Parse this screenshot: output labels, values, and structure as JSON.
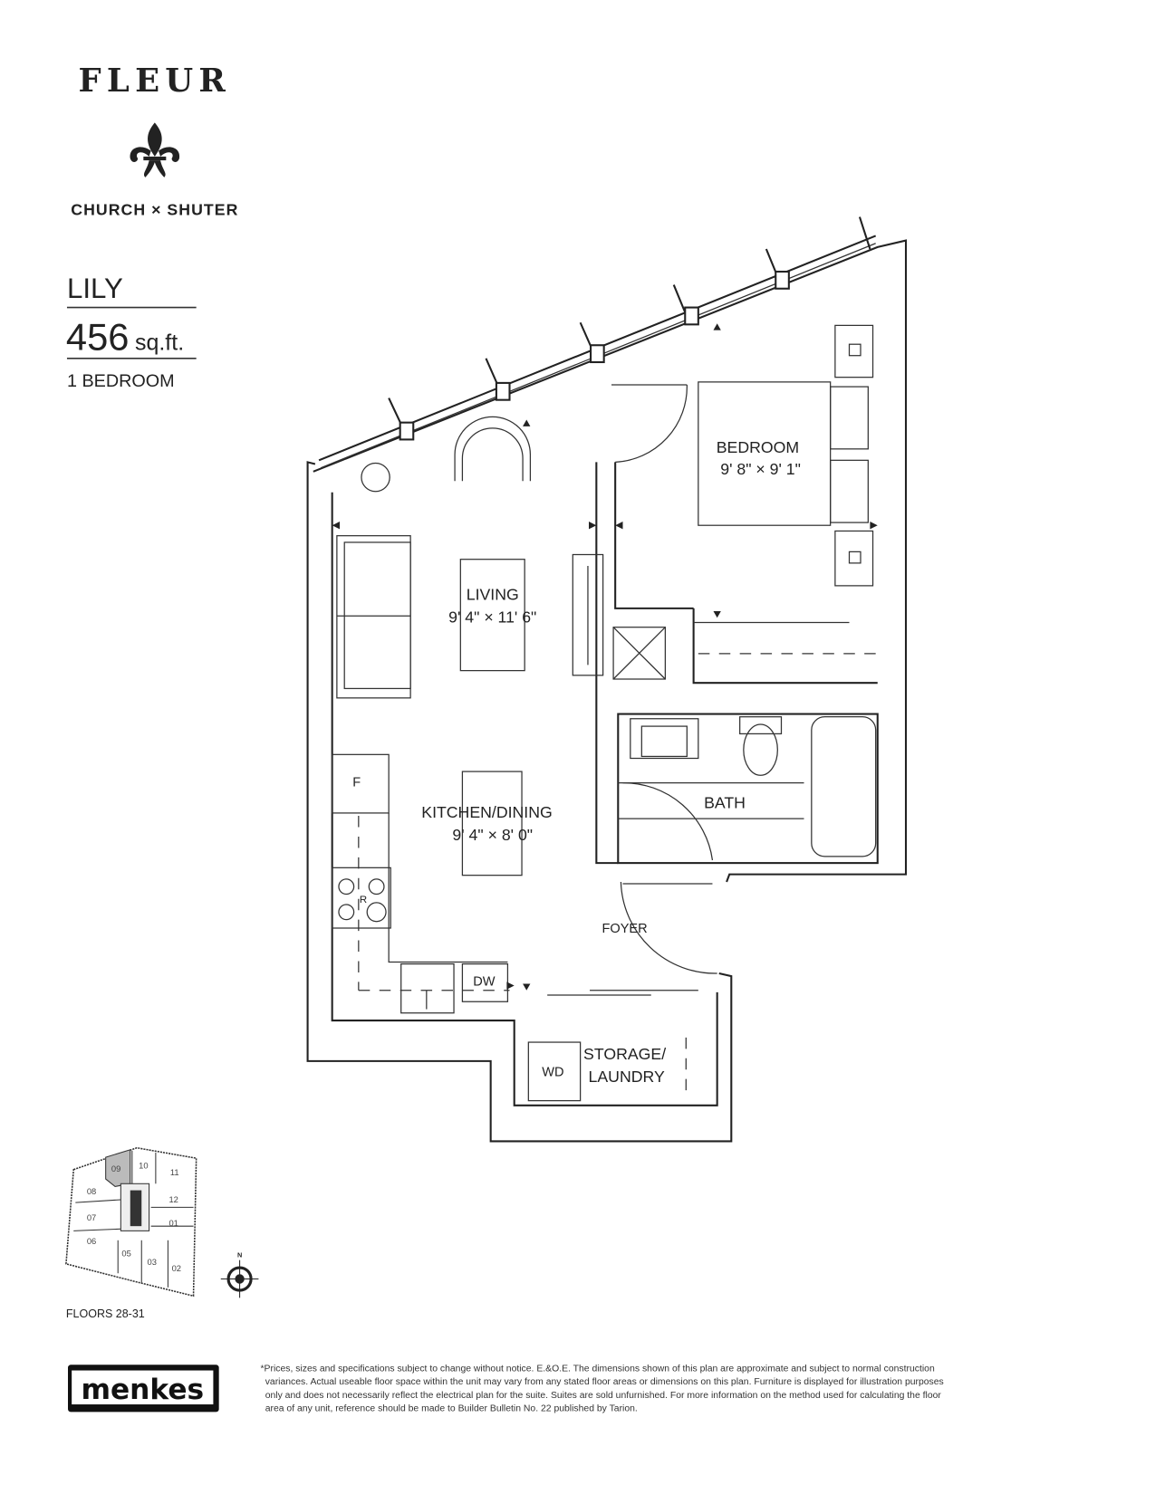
{
  "brand": {
    "name": "FLEUR",
    "location": "CHURCH × SHUTER",
    "developer_logo_text": "menkes"
  },
  "suite": {
    "name": "LILY",
    "area_value": "456",
    "area_unit": "sq.ft.",
    "type": "1 BEDROOM"
  },
  "rooms": {
    "bedroom": {
      "label": "BEDROOM",
      "dims": "9' 8\" × 9' 1\""
    },
    "living": {
      "label": "LIVING",
      "dims": "9' 4\" × 11' 6\""
    },
    "kitchen": {
      "label": "KITCHEN/DINING",
      "dims": "9' 4\" × 8' 0\""
    },
    "bath": {
      "label": "BATH"
    },
    "foyer": {
      "label": "FOYER"
    },
    "storage": {
      "label1": "STORAGE/",
      "label2": "LAUNDRY"
    }
  },
  "appliances": {
    "fridge": "F",
    "range": "R",
    "dishwasher": "DW",
    "washer_dryer": "WD"
  },
  "key_plan": {
    "units": [
      "09",
      "10",
      "11",
      "08",
      "12",
      "07",
      "01",
      "06",
      "05",
      "03",
      "02"
    ],
    "highlighted": "09",
    "north": "N",
    "floors": "FLOORS 28-31"
  },
  "disclaimer": [
    "*Prices, sizes and specifications subject to change without notice. E.&O.E. The dimensions shown of this plan are approximate and subject to normal construction",
    "variances. Actual useable floor space within the unit may vary from any stated floor areas or dimensions on this plan. Furniture is displayed for illustration purposes",
    "only and does not necessarily reflect the electrical plan for the suite. Suites are sold unfurnished. For more information on the method used for calculating the floor",
    "area of any unit, reference should be made to Builder Bulletin No. 22 published by Tarion."
  ]
}
